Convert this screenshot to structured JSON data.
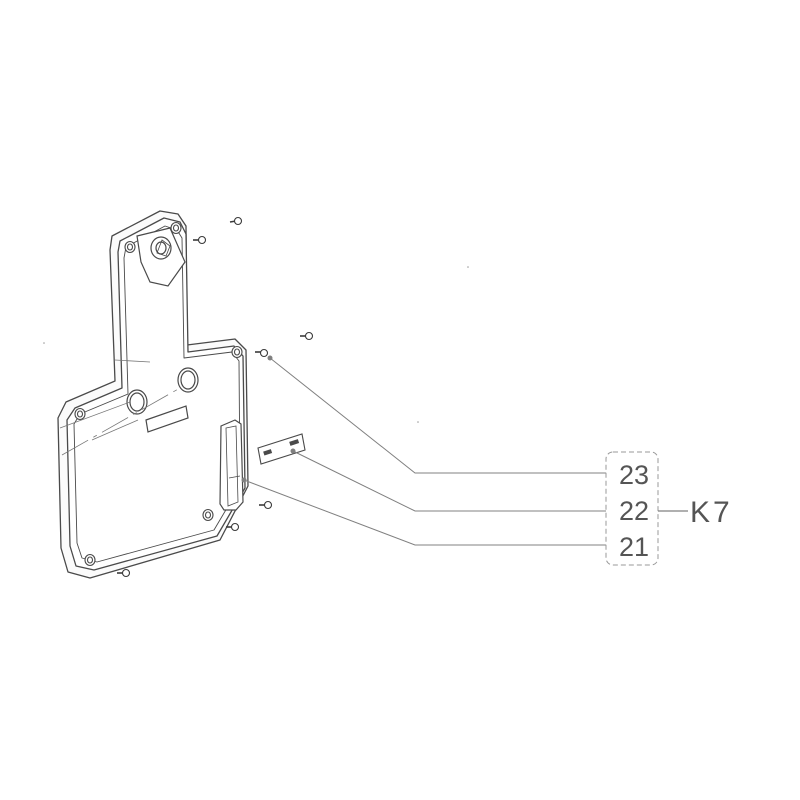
{
  "diagram": {
    "group_label": "K7",
    "callouts": [
      {
        "number": "23"
      },
      {
        "number": "22"
      },
      {
        "number": "21"
      }
    ],
    "colors": {
      "line": "#4a4a4a",
      "leader": "#808080",
      "label": "#555555"
    }
  }
}
